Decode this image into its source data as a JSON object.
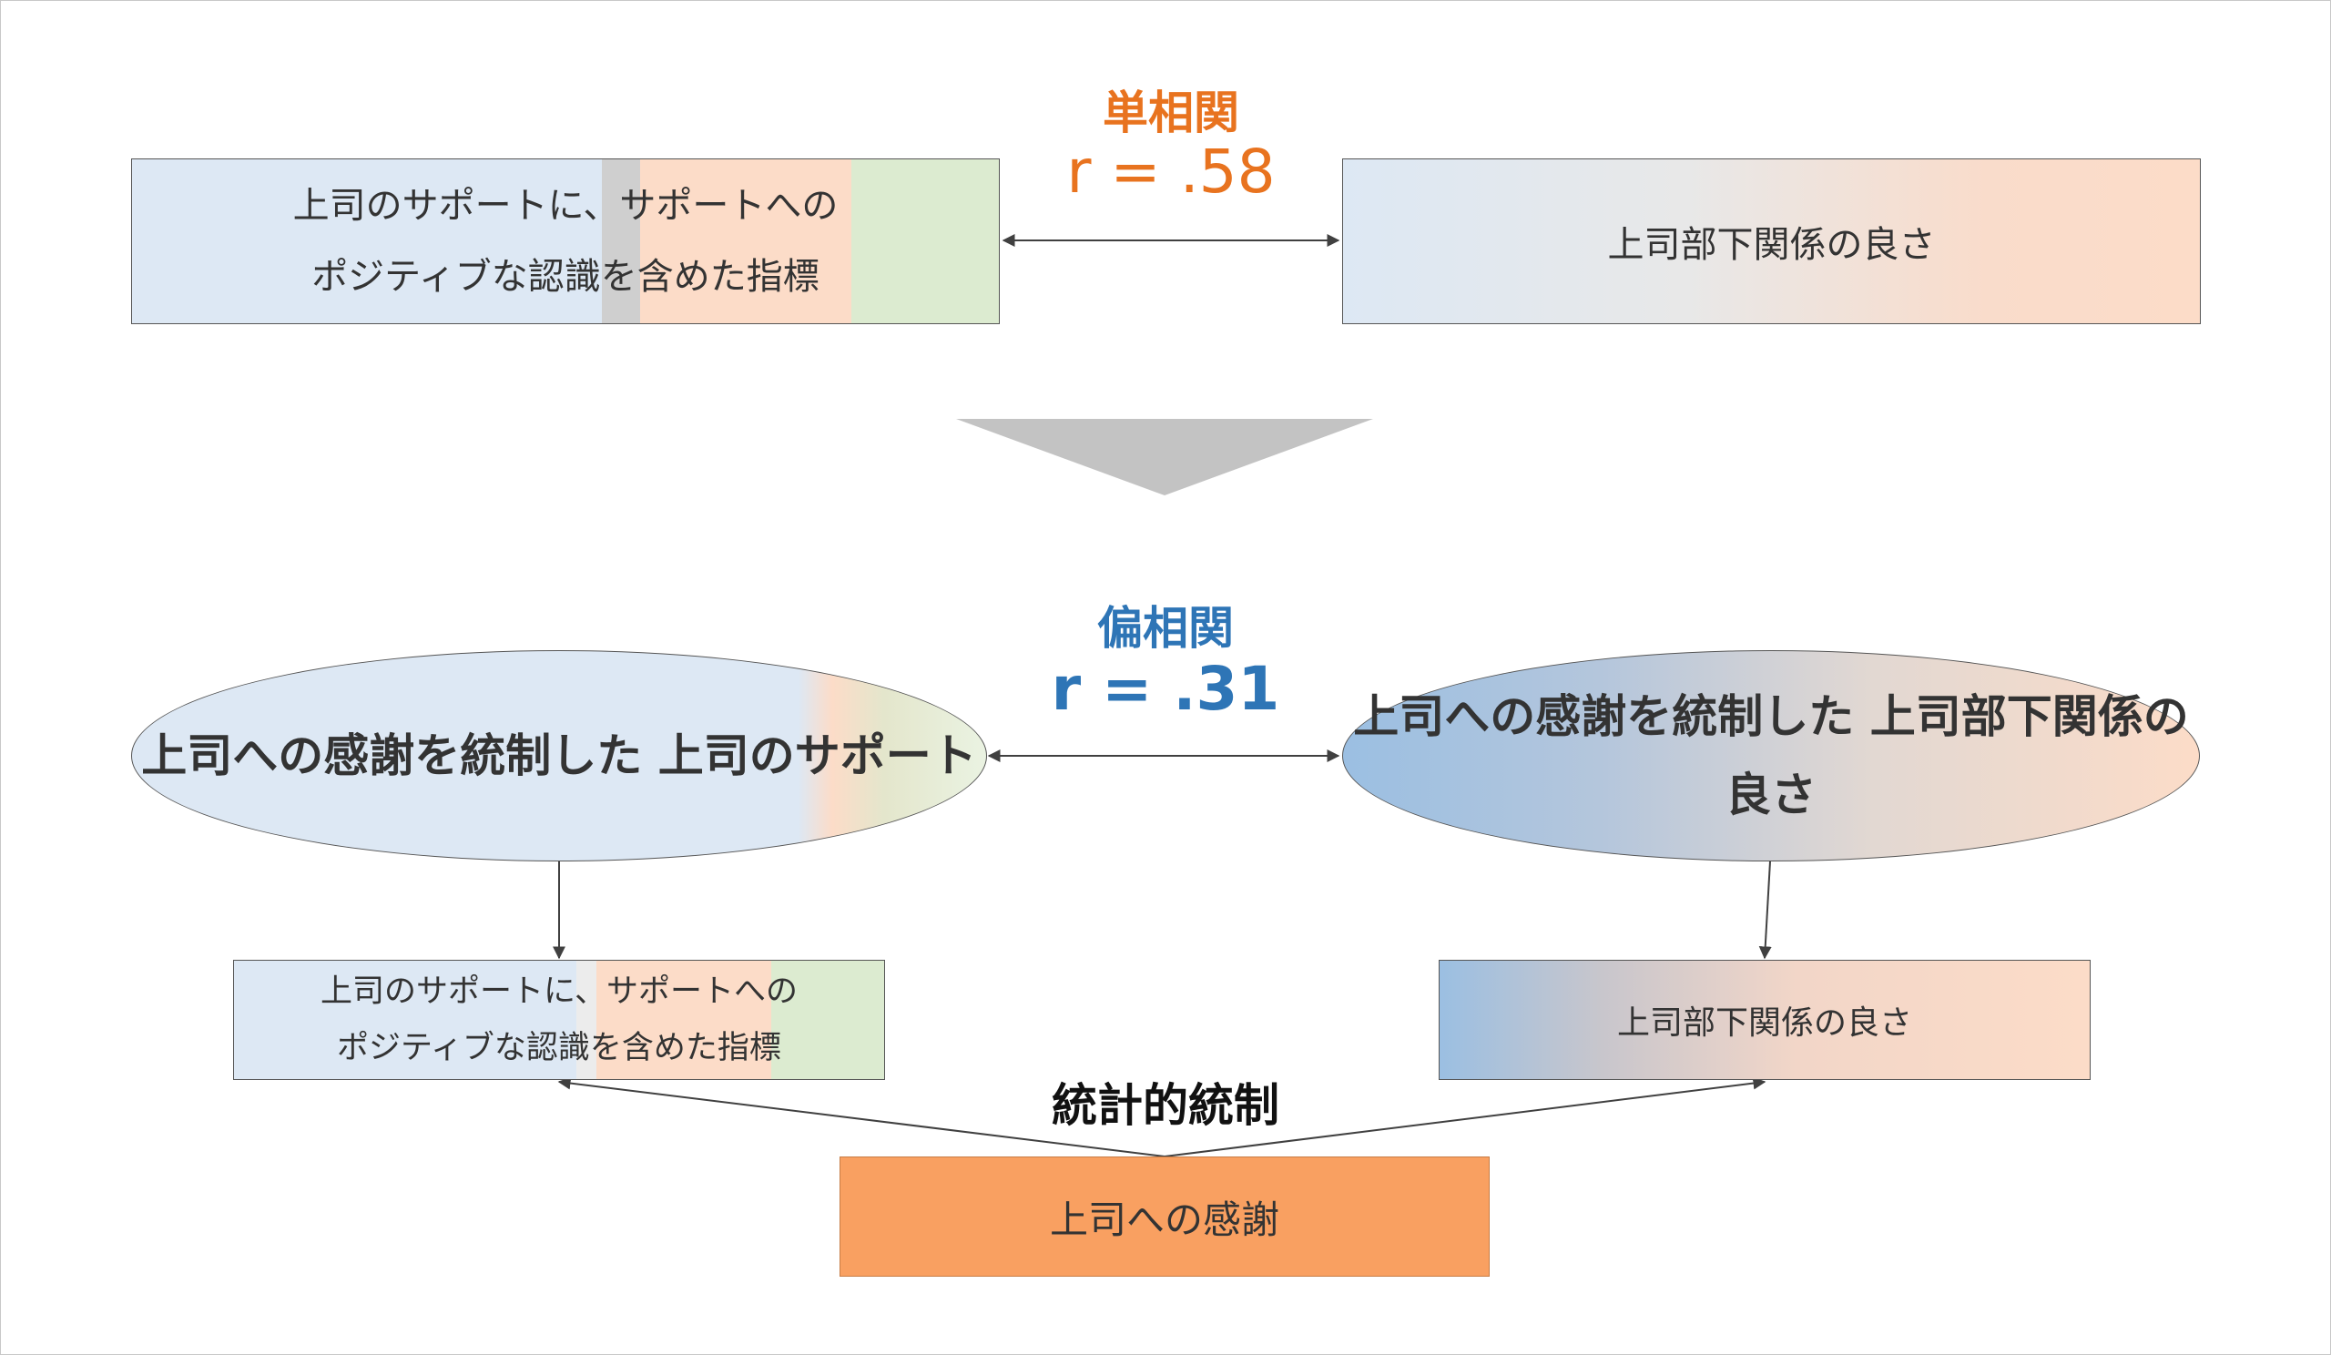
{
  "top": {
    "left_box": {
      "line1": "上司のサポートに、サポートへの",
      "line2": "ポジティブな認識を含めた指標"
    },
    "right_box": {
      "text": "上司部下関係の良さ"
    },
    "corr": {
      "title": "単相関",
      "value": "r = .58",
      "color": "#e8731f"
    }
  },
  "bottom": {
    "left_ellipse": {
      "line1": "上司への感謝を統制した",
      "line2": "上司のサポート"
    },
    "right_ellipse": {
      "line1": "上司への感謝を統制した",
      "line2": "上司部下関係の良さ"
    },
    "corr": {
      "title": "偏相関",
      "value": "r = .31",
      "color": "#2e75b6"
    },
    "left_box": {
      "line1": "上司のサポートに、サポートへの",
      "line2": "ポジティブな認識を含めた指標"
    },
    "right_box": {
      "text": "上司部下関係の良さ"
    },
    "control_label": "統計的統制",
    "control_box": {
      "text": "上司への感謝"
    }
  },
  "colors": {
    "light_blue": "#dde8f4",
    "peach": "#fcdcc8",
    "light_green": "#dcebd0",
    "grey": "#d0d0d0",
    "mid_blue": "#9bbfe2",
    "orange": "#f9a061",
    "chevron": "#c3c3c3"
  }
}
